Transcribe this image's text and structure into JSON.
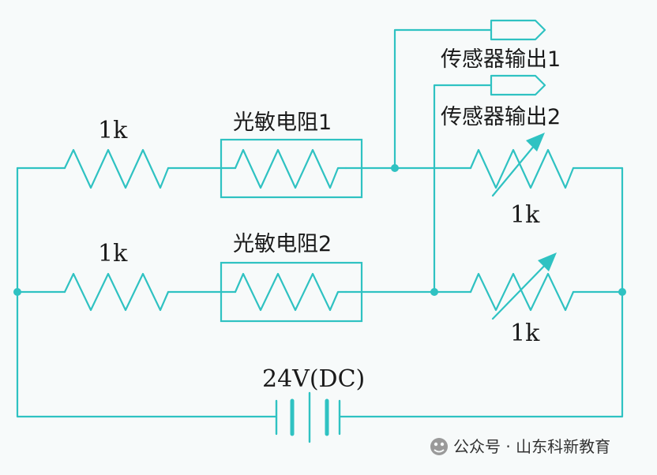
{
  "labels": {
    "r1": "1k",
    "r2": "1k",
    "ldr1": "光敏电阻1",
    "ldr2": "光敏电阻2",
    "out1": "传感器输出1",
    "out2": "传感器输出2",
    "pot1": "1k",
    "pot2": "1k",
    "battery": "24V(DC)"
  },
  "watermark": {
    "text": "公众号 · 山东科新教育",
    "icon": "wechat-official-account-icon"
  },
  "colors": {
    "wire": "#2fc2c2"
  }
}
